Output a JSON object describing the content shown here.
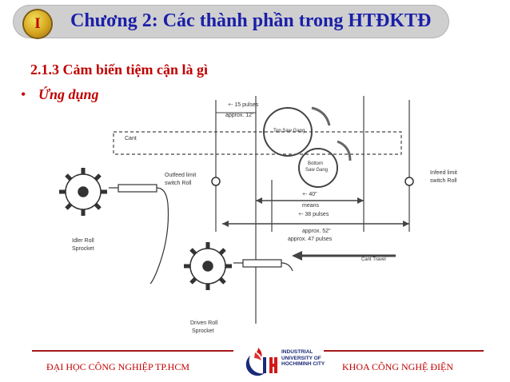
{
  "header": {
    "badge": "I",
    "title": "Chương 2: Các thành phần trong HTĐKTĐ"
  },
  "section_title": "2.1.3 Cảm biến tiệm cận là gì",
  "bullet": {
    "marker": "•",
    "text": "Ứng dụng"
  },
  "diagram": {
    "labels": {
      "pulses_15": "+- 15 pulses",
      "approx_12": "approx. 12\"",
      "top_saw_gang": "Top Saw Gang",
      "cant": "Cant",
      "bottom_saw_gang_1": "Bottom",
      "bottom_saw_gang_2": "Saw Gang",
      "outfeed_1": "Outfeed limit",
      "outfeed_2": "switch Roll",
      "infeed_1": "Infeed limit",
      "infeed_2": "switch Roll",
      "dist_40": "+- 40\"",
      "means": "means",
      "pulses_38": "+- 38 pulses",
      "approx_52": "approx. 52\"",
      "approx_47": "approx. 47 pulses",
      "cant_travel": "Cant Travel",
      "idler_1": "Idler Roll",
      "idler_2": "Sprocket",
      "driven_1": "Driven Roll",
      "driven_2": "Sprocket"
    }
  },
  "footer": {
    "left": "ĐẠI HỌC CÔNG NGHIỆP TP.HCM",
    "right": "KHOA CÔNG NGHỆ ĐIỆN",
    "logo_lines": [
      "INDUSTRIAL",
      "UNIVERSITY OF",
      "HOCHIMINH CITY"
    ]
  },
  "colors": {
    "title_blue": "#1a1fa8",
    "accent_red": "#c00000",
    "footer_line": "#a31818",
    "badge_gold": "#d6a51f"
  }
}
